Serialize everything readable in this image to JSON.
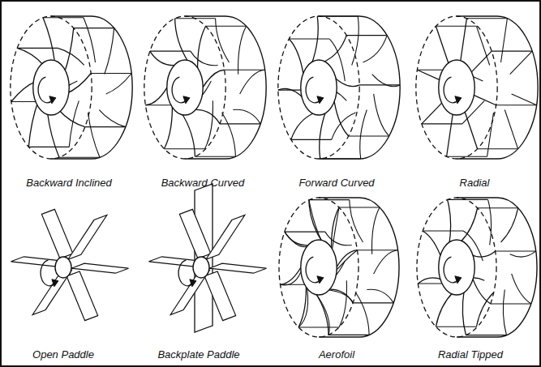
{
  "diagram": {
    "labels": [
      "Backward Inclined",
      "Backward Curved",
      "Forward Curved",
      "Radial",
      "Open Paddle",
      "Backplate Paddle",
      "Aerofoil",
      "Radial Tipped"
    ]
  }
}
